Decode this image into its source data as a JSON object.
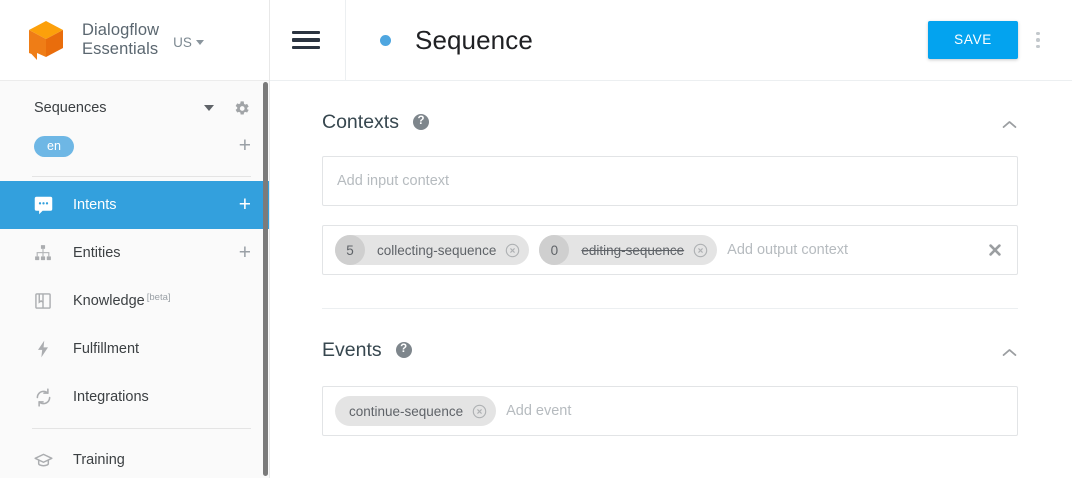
{
  "sidebar": {
    "brand": {
      "line1": "Dialogflow",
      "line2": "Essentials",
      "region": "US",
      "logo_icon": "dialogflow-cube-logo"
    },
    "agent": {
      "name": "Sequences",
      "settings_icon": "gear-icon",
      "dropdown_icon": "caret-down-icon"
    },
    "language": {
      "code": "en",
      "add_label": "+"
    },
    "items": [
      {
        "label": "Intents",
        "icon": "chat-bubble-icon",
        "active": true,
        "action": "+"
      },
      {
        "label": "Entities",
        "icon": "hierarchy-icon",
        "active": false,
        "action": "+"
      },
      {
        "label": "Knowledge",
        "icon": "book-icon",
        "badge": "[beta]",
        "active": false
      },
      {
        "label": "Fulfillment",
        "icon": "lightning-bolt-icon",
        "active": false
      },
      {
        "label": "Integrations",
        "icon": "refresh-arrows-icon",
        "active": false
      },
      {
        "label": "Training",
        "icon": "graduation-cap-icon",
        "active": false
      }
    ]
  },
  "topbar": {
    "menu_icon": "hamburger-menu-icon",
    "status_dot": "status-dot",
    "title": "Sequence",
    "save_label": "SAVE",
    "more_icon": "kebab-menu-icon"
  },
  "contexts": {
    "title": "Contexts",
    "help_icon": "help-circle-icon",
    "collapse_icon": "chevron-up-icon",
    "input": {
      "placeholder": "Add input context",
      "chips": []
    },
    "output": {
      "placeholder": "Add output context",
      "clear_icon": "clear-x-icon",
      "chips": [
        {
          "lifespan": "5",
          "label": "collecting-sequence",
          "expired": false,
          "remove_icon": "remove-circle-icon"
        },
        {
          "lifespan": "0",
          "label": "editing-sequence",
          "expired": true,
          "remove_icon": "remove-circle-icon"
        }
      ]
    }
  },
  "events": {
    "title": "Events",
    "help_icon": "help-circle-icon",
    "collapse_icon": "chevron-up-icon",
    "placeholder": "Add event",
    "chips": [
      {
        "label": "continue-sequence",
        "remove_icon": "remove-circle-icon"
      }
    ]
  },
  "colors": {
    "accent_blue": "#03a3ef",
    "sidebar_active": "#33a0dd",
    "lang_chip": "#6eb7e5",
    "logo_orange": "#f28c12",
    "sidebar_bg": "#fafafa"
  }
}
